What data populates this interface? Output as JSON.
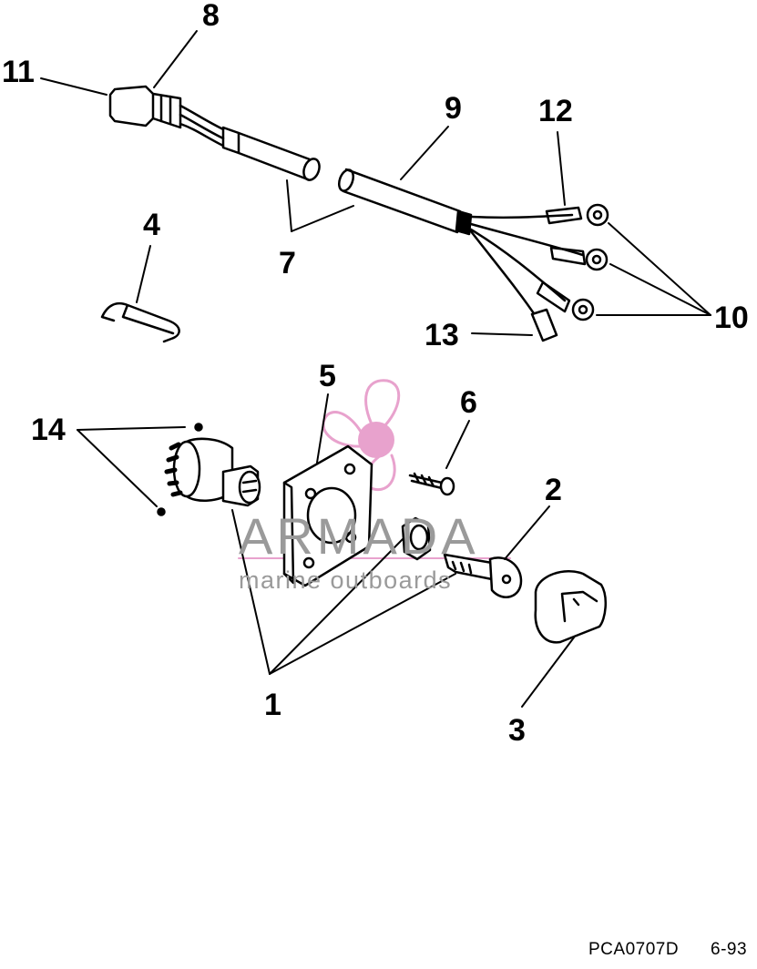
{
  "diagram": {
    "callouts": {
      "c1": "1",
      "c2": "2",
      "c3": "3",
      "c4": "4",
      "c5": "5",
      "c6": "6",
      "c7": "7",
      "c8": "8",
      "c9": "9",
      "c10": "10",
      "c11": "11",
      "c12": "12",
      "c13": "13",
      "c14": "14"
    },
    "footer": {
      "code": "PCA0707D",
      "date": "6-93"
    }
  },
  "watermark": {
    "title": "ARMADA",
    "subtitle": "marine outboards",
    "accent_color": "#e8a2cd"
  }
}
